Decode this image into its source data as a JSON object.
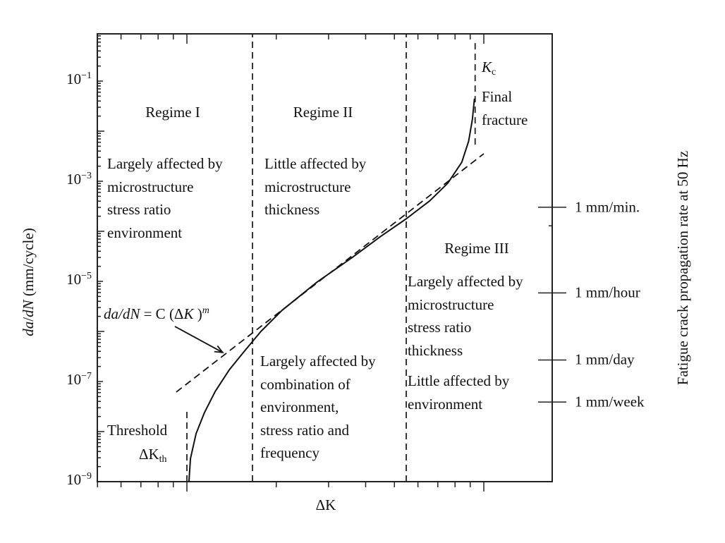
{
  "chart_data": {
    "type": "line",
    "title": "",
    "xlabel": "ΔK",
    "ylabel": "da/dN (mm/cycle)",
    "ylabel_right": "Fatigue crack propagation rate at 50 Hz",
    "x_scale": "log",
    "y_scale": "log",
    "xlim": [
      0.5,
      17
    ],
    "ylim_log10": [
      -9,
      -0.06
    ],
    "y_tick_labels": [
      {
        "log10": -1,
        "base": "10",
        "exp": "−1"
      },
      {
        "log10": -3,
        "base": "10",
        "exp": "−3"
      },
      {
        "log10": -5,
        "base": "10",
        "exp": "−5"
      },
      {
        "log10": -7,
        "base": "10",
        "exp": "−7"
      },
      {
        "log10": -9,
        "base": "10",
        "exp": "−9"
      }
    ],
    "x_major_ticks": [
      1,
      10
    ],
    "series": [
      {
        "name": "crack growth curve",
        "style": "solid",
        "x": [
          1.016,
          1.028,
          1.074,
          1.146,
          1.245,
          1.388,
          1.549,
          1.775,
          2.09,
          2.75,
          3.61,
          4.5,
          5.48,
          6.58,
          7.56,
          8.43,
          8.89,
          9.15,
          9.3
        ],
        "y_log10": [
          -9,
          -8.54,
          -8.04,
          -7.62,
          -7.2,
          -6.77,
          -6.42,
          -6.0,
          -5.58,
          -5.01,
          -4.52,
          -4.1,
          -3.75,
          -3.39,
          -3.04,
          -2.62,
          -2.2,
          -1.77,
          -1.35
        ]
      },
      {
        "name": "Paris law fit",
        "style": "dashed",
        "x": [
          0.921,
          10.0
        ],
        "y_log10": [
          -7.21,
          -2.45
        ]
      }
    ],
    "vertical_lines": [
      {
        "name": "threshold",
        "x": 1.0,
        "y_log10": [
          -9,
          -7.6
        ]
      },
      {
        "name": "regime-I-II",
        "x": 1.663,
        "y_log10": [
          -9,
          -0.06
        ]
      },
      {
        "name": "regime-II-III",
        "x": 5.48,
        "y_log10": [
          -9,
          -0.06
        ]
      },
      {
        "name": "Kc",
        "x": 9.35,
        "y_log10": [
          -2.27,
          -0.2
        ]
      }
    ],
    "right_axis_ticks": [
      {
        "label": "1 mm/min.",
        "log10": -3.52
      },
      {
        "label": "1 mm/hour",
        "log10": -5.23
      },
      {
        "label": "1 mm/day",
        "log10": -6.57
      },
      {
        "label": "1 mm/week",
        "log10": -7.41
      }
    ],
    "annotations": {
      "regime1": {
        "title": "Regime I",
        "lines": [
          "Largely affected by",
          "microstructure",
          "stress ratio",
          "environment"
        ]
      },
      "regime2": {
        "title": "Regime II",
        "lines": [
          "Little affected by",
          "microstructure",
          "thickness"
        ],
        "lower_lines": [
          "Largely affected by",
          "combination of",
          "environment,",
          "stress ratio and",
          "frequency"
        ]
      },
      "regime3": {
        "title": "Regime III",
        "lines": [
          "Largely affected by",
          "microstructure",
          "stress ratio",
          "thickness"
        ],
        "lower_lines": [
          "Little affected by",
          "environment"
        ]
      },
      "kc": {
        "symbol": "K",
        "sub": "c",
        "lines": [
          "Final",
          "fracture"
        ]
      },
      "threshold": {
        "label": "Threshold",
        "symbol": "ΔK",
        "sub": "th"
      },
      "formula": {
        "lhs": "da/dN",
        "eq": " = C (Δ",
        "K": "K",
        "close": " )",
        "exp": "m"
      },
      "arrow": {
        "from": {
          "x": 0.911,
          "y_log10": -5.9
        },
        "to": {
          "x": 1.32,
          "y_log10": -6.42
        }
      }
    }
  }
}
